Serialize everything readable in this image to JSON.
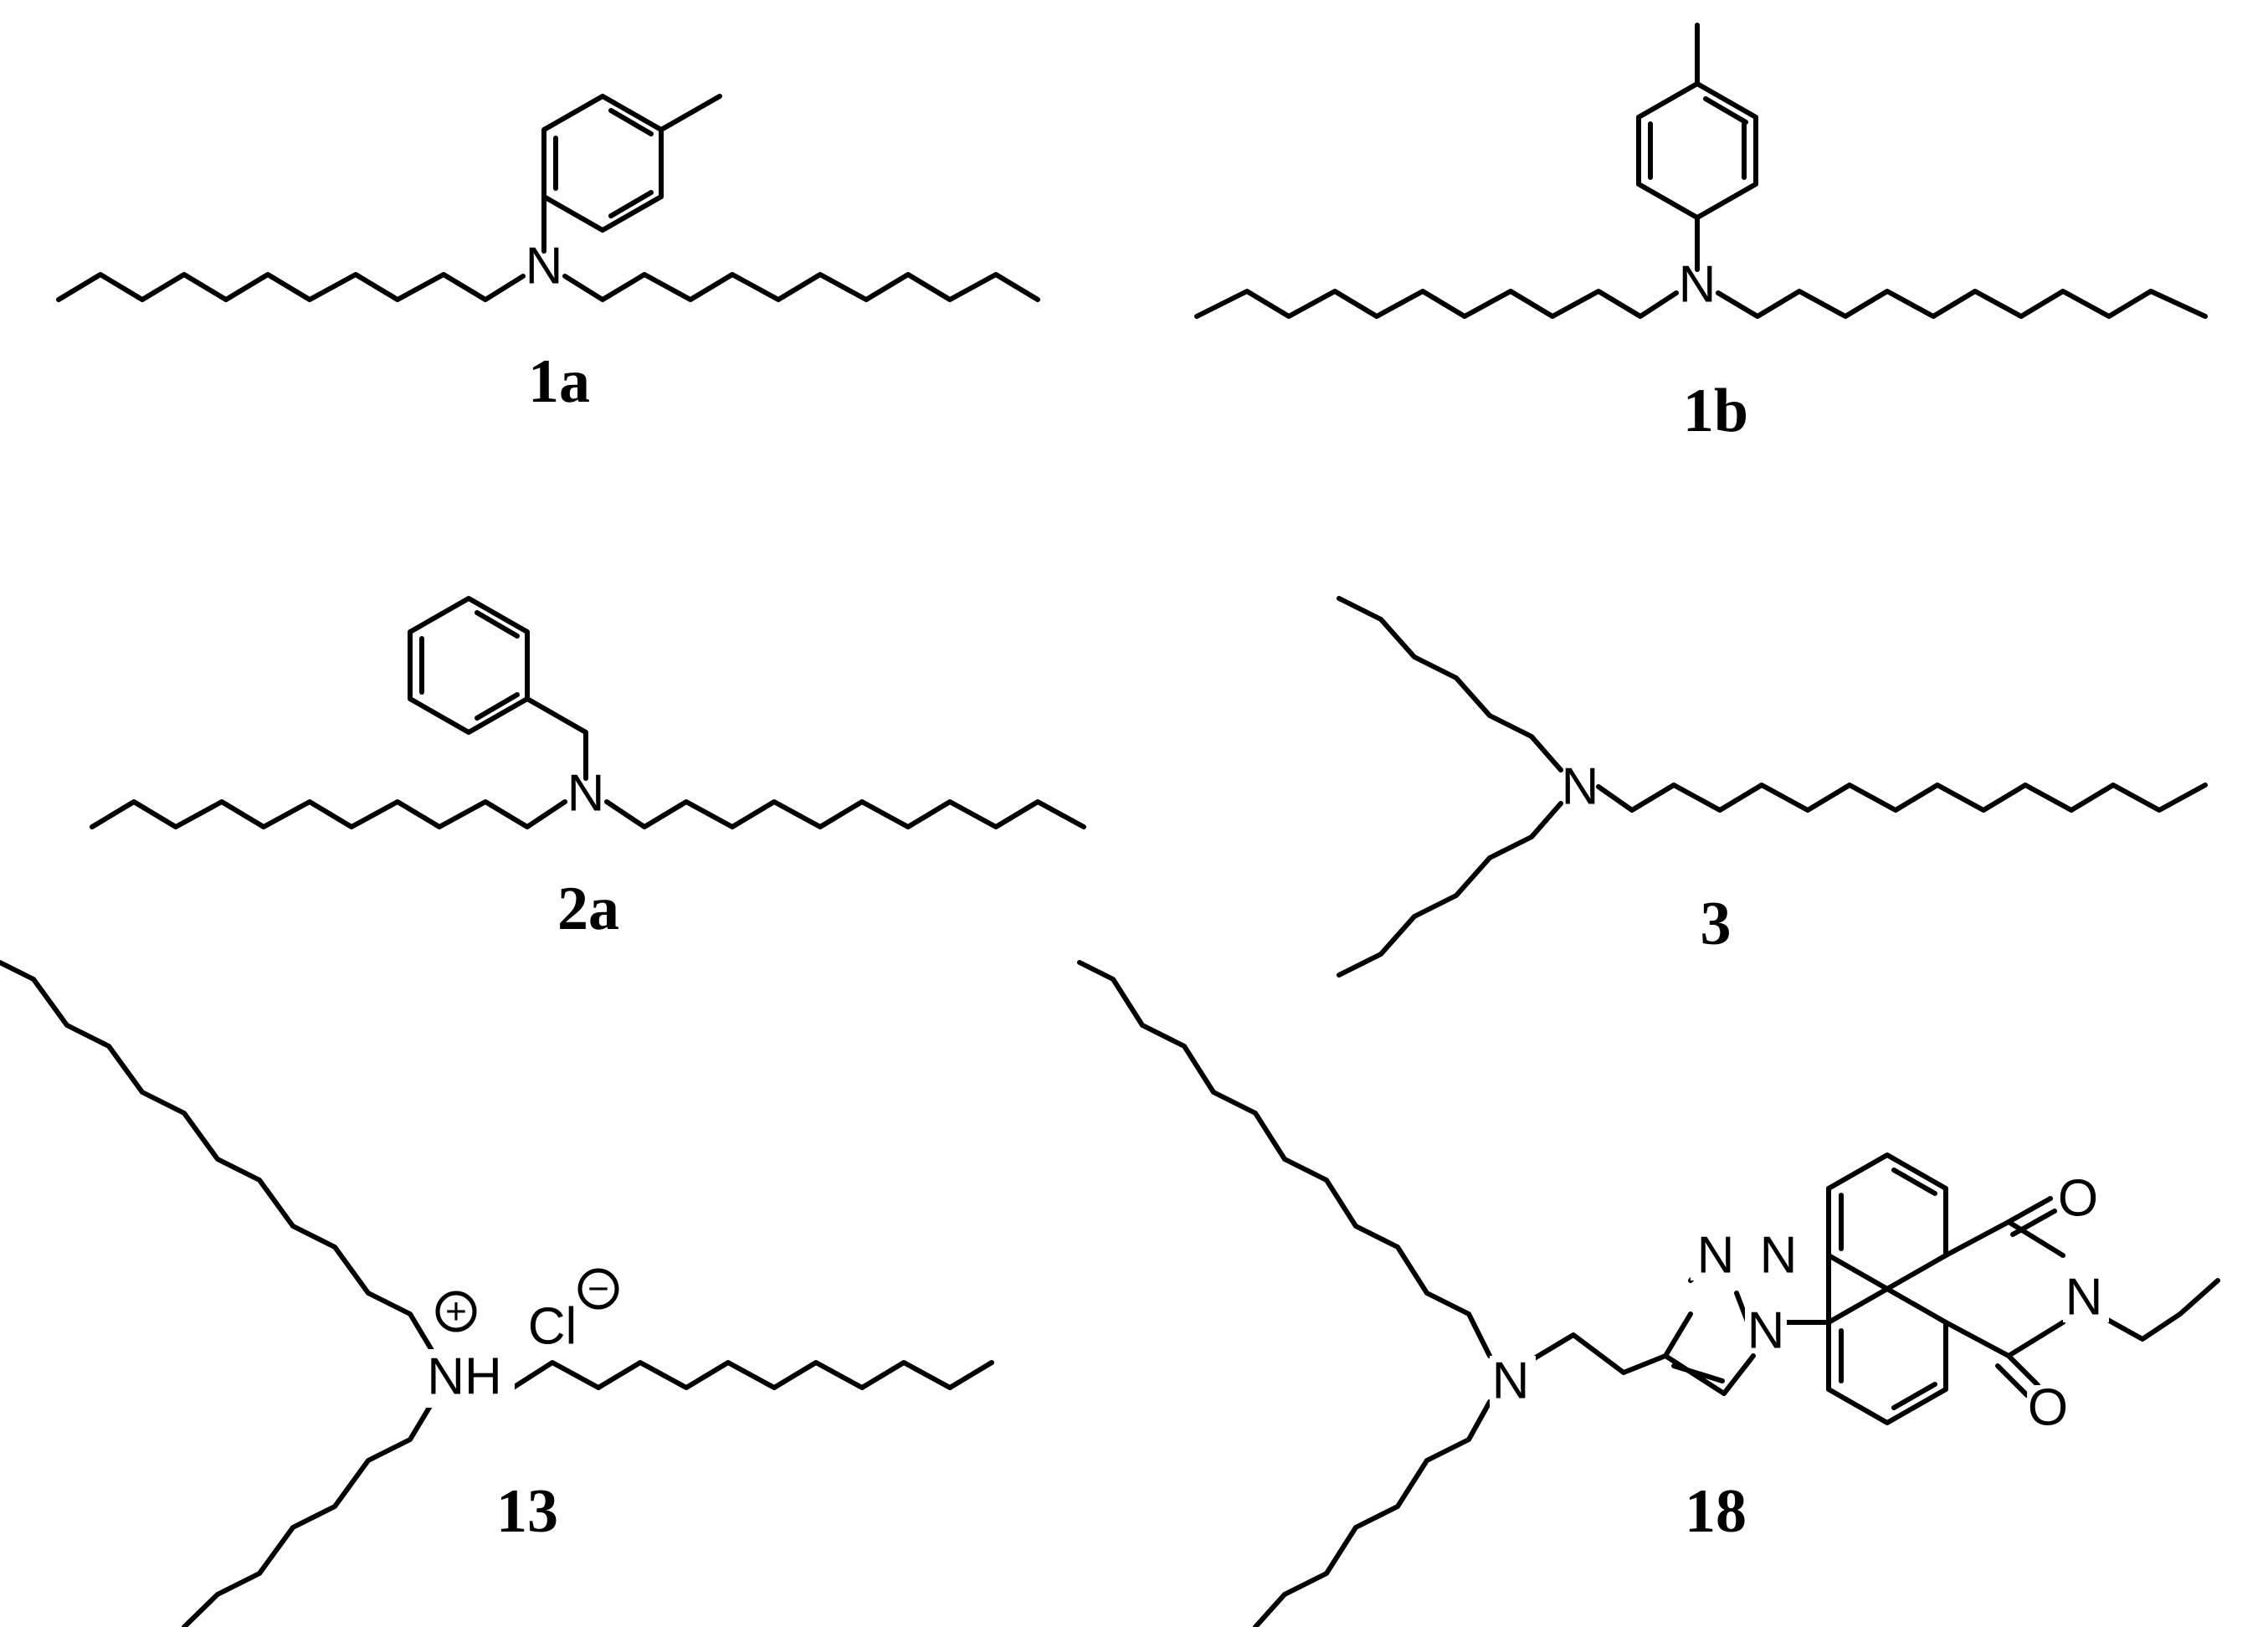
{
  "compounds": [
    {
      "id": "1a",
      "label": "1a"
    },
    {
      "id": "1b",
      "label": "1b"
    },
    {
      "id": "2a",
      "label": "2a"
    },
    {
      "id": "3",
      "label": "3"
    },
    {
      "id": "13",
      "label": "13"
    },
    {
      "id": "18",
      "label": "18"
    }
  ],
  "atoms": {
    "nitrogen": "N",
    "ammonium": "NH",
    "chloride": "Cl",
    "oxygen": "O",
    "plus": "+",
    "minus": "−"
  }
}
